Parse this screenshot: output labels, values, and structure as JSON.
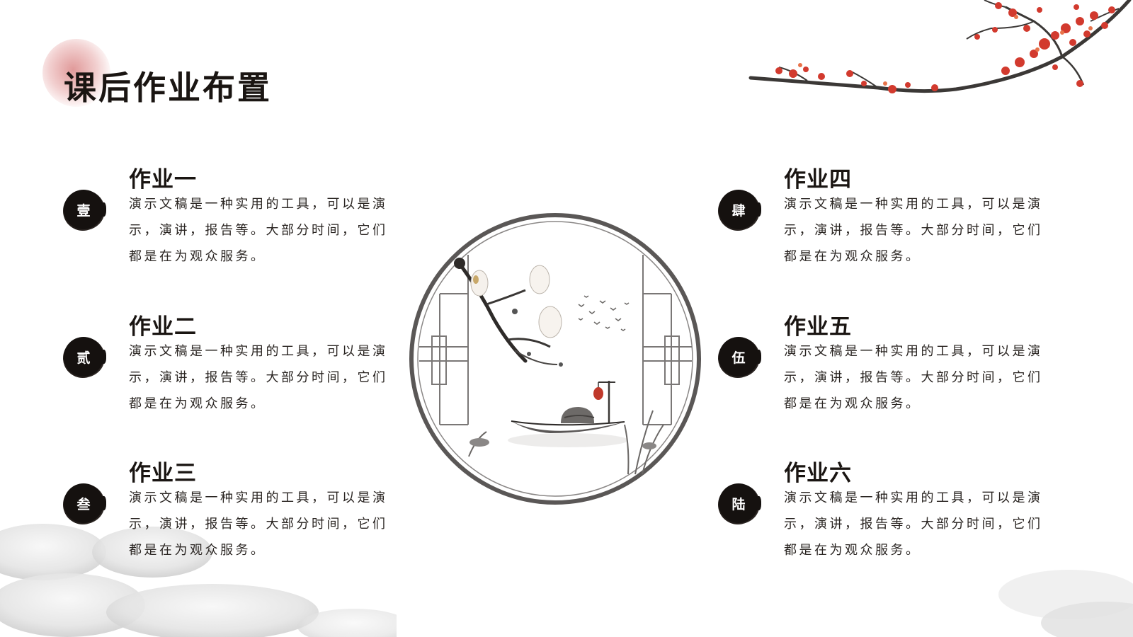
{
  "title": "课后作业布置",
  "items": [
    {
      "badge": "壹",
      "title": "作业一",
      "desc": "演示文稿是一种实用的工具，可以是演示，演讲，报告等。大部分时间，它们都是在为观众服务。"
    },
    {
      "badge": "贰",
      "title": "作业二",
      "desc": "演示文稿是一种实用的工具，可以是演示，演讲，报告等。大部分时间，它们都是在为观众服务。"
    },
    {
      "badge": "叁",
      "title": "作业三",
      "desc": "演示文稿是一种实用的工具，可以是演示，演讲，报告等。大部分时间，它们都是在为观众服务。"
    },
    {
      "badge": "肆",
      "title": "作业四",
      "desc": "演示文稿是一种实用的工具，可以是演示，演讲，报告等。大部分时间，它们都是在为观众服务。"
    },
    {
      "badge": "伍",
      "title": "作业五",
      "desc": "演示文稿是一种实用的工具，可以是演示，演讲，报告等。大部分时间，它们都是在为观众服务。"
    },
    {
      "badge": "陆",
      "title": "作业六",
      "desc": "演示文稿是一种实用的工具，可以是演示，演讲，报告等。大部分时间，它们都是在为观众服务。"
    }
  ],
  "colors": {
    "ink": "#15110f",
    "plum_blossom": "#d23a2e",
    "sun": "#d67878"
  },
  "decorations": [
    "plum-branch-icon",
    "stones-icon",
    "moon-window-icon",
    "boat-icon",
    "lantern-icon",
    "birds-icon"
  ]
}
